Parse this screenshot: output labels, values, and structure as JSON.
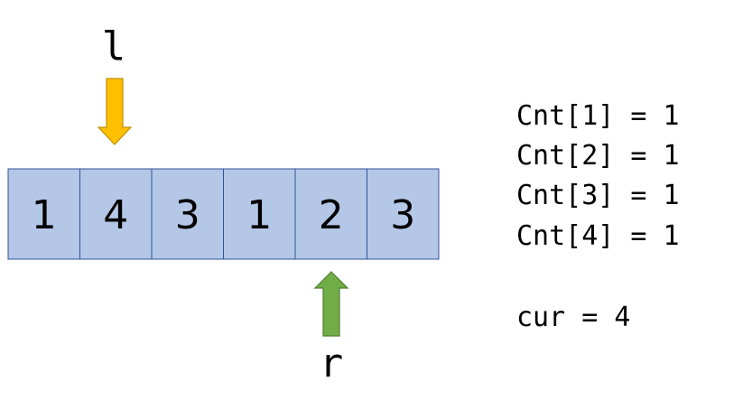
{
  "pointers": {
    "left": {
      "label": "l",
      "target_index": 1,
      "color": "#FFC000",
      "stroke": "#BF9000"
    },
    "right": {
      "label": "r",
      "target_index": 4,
      "color": "#70AD47",
      "stroke": "#507E32"
    }
  },
  "array": {
    "cells": [
      "1",
      "4",
      "3",
      "1",
      "2",
      "3"
    ],
    "fill": "#B4C7E7",
    "stroke": "#2F5597"
  },
  "counts": [
    "Cnt[1] = 1",
    "Cnt[2] = 1",
    "Cnt[3] = 1",
    "Cnt[4] = 1"
  ],
  "current": "cur = 4"
}
